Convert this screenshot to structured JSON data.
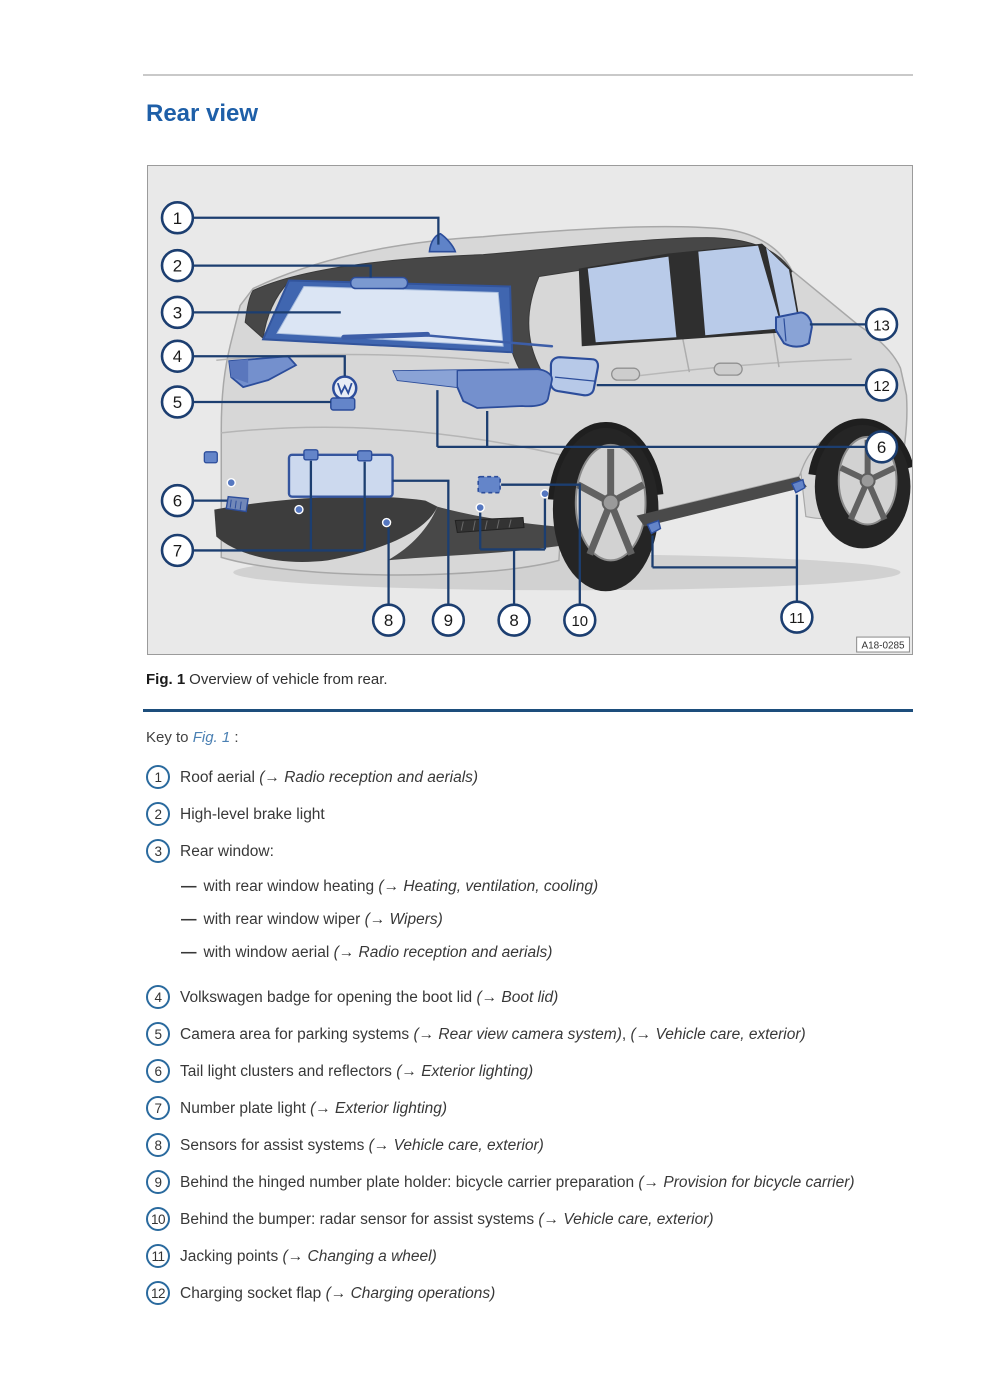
{
  "page": {
    "heading": "Rear view",
    "figure": {
      "caption_label": "Fig. 1",
      "caption_text": "Overview of vehicle from rear.",
      "image_code": "A18-0285",
      "callouts": [
        {
          "id": "roof-aerial",
          "label": "1"
        },
        {
          "id": "brake-light",
          "label": "2"
        },
        {
          "id": "rear-window",
          "label": "3"
        },
        {
          "id": "vw-badge",
          "label": "4"
        },
        {
          "id": "camera-area",
          "label": "5"
        },
        {
          "id": "tail-light-left",
          "label": "6"
        },
        {
          "id": "number-plate-light",
          "label": "7"
        },
        {
          "id": "sensor-left",
          "label": "8"
        },
        {
          "id": "bicycle-carrier",
          "label": "9"
        },
        {
          "id": "sensor-right",
          "label": "8"
        },
        {
          "id": "radar-sensor",
          "label": "10"
        },
        {
          "id": "jacking-points",
          "label": "11"
        },
        {
          "id": "charging-flap",
          "label": "12"
        },
        {
          "id": "mirror",
          "label": "13"
        },
        {
          "id": "tail-light-right",
          "label": "6"
        }
      ]
    },
    "key": {
      "intro": {
        "prefix": "Key to ",
        "link": "Fig. 1",
        "suffix": " :"
      },
      "items": [
        {
          "num": "1",
          "segments": [
            {
              "text": "Roof aerial ",
              "italic": false
            },
            {
              "text": "(→ Radio reception and aerials)",
              "italic": true
            }
          ]
        },
        {
          "num": "2",
          "segments": [
            {
              "text": "High-level brake light",
              "italic": false
            }
          ]
        },
        {
          "num": "3",
          "segments": [
            {
              "text": "Rear window:",
              "italic": false
            }
          ],
          "subitems": [
            [
              {
                "text": "with rear window heating ",
                "italic": false
              },
              {
                "text": "(→ Heating, ventilation, cooling)",
                "italic": true
              }
            ],
            [
              {
                "text": "with rear window wiper ",
                "italic": false
              },
              {
                "text": "(→ Wipers)",
                "italic": true
              }
            ],
            [
              {
                "text": "with window aerial ",
                "italic": false
              },
              {
                "text": "(→ Radio reception and aerials)",
                "italic": true
              }
            ]
          ]
        },
        {
          "num": "4",
          "segments": [
            {
              "text": "Volkswagen badge for opening the boot lid ",
              "italic": false
            },
            {
              "text": "(→ Boot lid)",
              "italic": true
            }
          ]
        },
        {
          "num": "5",
          "segments": [
            {
              "text": "Camera area for parking systems ",
              "italic": false
            },
            {
              "text": "(→ Rear view camera system)",
              "italic": true
            },
            {
              "text": ", ",
              "italic": false
            },
            {
              "text": "(→ Vehicle care, exterior)",
              "italic": true
            }
          ]
        },
        {
          "num": "6",
          "segments": [
            {
              "text": "Tail light clusters and reflectors ",
              "italic": false
            },
            {
              "text": "(→ Exterior lighting)",
              "italic": true
            }
          ]
        },
        {
          "num": "7",
          "segments": [
            {
              "text": "Number plate light ",
              "italic": false
            },
            {
              "text": "(→ Exterior lighting)",
              "italic": true
            }
          ]
        },
        {
          "num": "8",
          "segments": [
            {
              "text": "Sensors for assist systems ",
              "italic": false
            },
            {
              "text": "(→ Vehicle care, exterior)",
              "italic": true
            }
          ]
        },
        {
          "num": "9",
          "segments": [
            {
              "text": "Behind the hinged number plate holder: bicycle carrier preparation ",
              "italic": false
            },
            {
              "text": "(→ Provision for bicycle carrier)",
              "italic": true
            }
          ]
        },
        {
          "num": "10",
          "segments": [
            {
              "text": "Behind the bumper: radar sensor for assist systems ",
              "italic": false
            },
            {
              "text": "(→ Vehicle care, exterior)",
              "italic": true
            }
          ]
        },
        {
          "num": "11",
          "segments": [
            {
              "text": "Jacking points ",
              "italic": false
            },
            {
              "text": "(→ Changing a wheel)",
              "italic": true
            }
          ]
        },
        {
          "num": "12",
          "segments": [
            {
              "text": "Charging socket flap ",
              "italic": false
            },
            {
              "text": "(→ Charging operations)",
              "italic": true
            }
          ]
        }
      ]
    },
    "colors": {
      "heading_blue": "#1e5fa8",
      "rule_blue": "#1d4e7c",
      "link_blue": "#4b80b3",
      "callout_navy": "#1c3e70",
      "list_circle_blue": "#2a6a9e",
      "part_highlight_blue": "#7490cd",
      "glass_blue": "#dbe5f4",
      "figure_background": "#e9e9e9"
    }
  }
}
